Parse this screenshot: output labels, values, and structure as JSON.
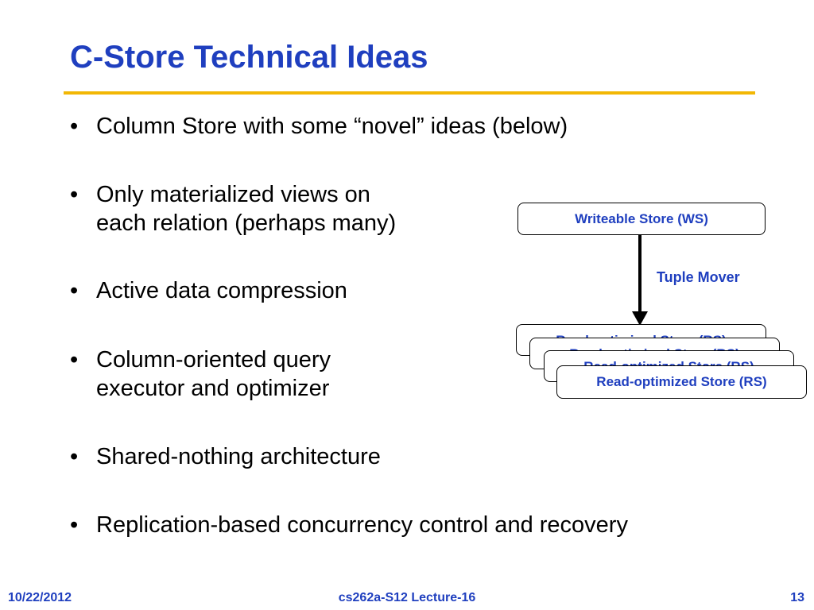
{
  "slide": {
    "title": "C-Store Technical Ideas",
    "bullets": [
      {
        "lines": [
          "Column Store with some “novel” ideas (below)"
        ]
      },
      {
        "lines": [
          "Only materialized views on",
          "each relation (perhaps many)"
        ]
      },
      {
        "lines": [
          "Active data compression"
        ]
      },
      {
        "lines": [
          "Column-oriented query",
          "executor and optimizer"
        ]
      },
      {
        "lines": [
          "Shared-nothing architecture"
        ]
      },
      {
        "lines": [
          "Replication-based concurrency control and recovery"
        ]
      }
    ],
    "bullet_glyph": "•"
  },
  "diagram": {
    "writeable_store": "Writeable Store (WS)",
    "tuple_mover": "Tuple Mover",
    "read_store": "Read-optimized Store (RS)",
    "colors": {
      "text": "#1f3fbf",
      "border": "#000000"
    }
  },
  "footer": {
    "date": "10/22/2012",
    "course": "cs262a-S12 Lecture-16",
    "page": "13"
  },
  "colors": {
    "title": "#1f3fbf",
    "rule": "#f2b705"
  }
}
